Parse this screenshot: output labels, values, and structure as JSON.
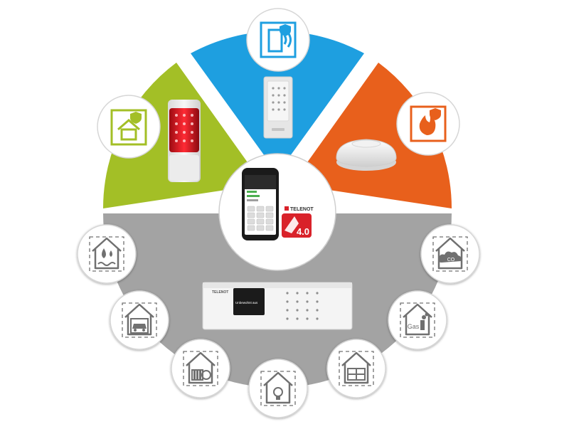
{
  "colors": {
    "security": "#a3bf26",
    "access": "#1e9fe0",
    "fire": "#e8601c",
    "building": "#a3a3a3",
    "icon_gray": "#707070",
    "logo_red": "#d9222a"
  },
  "top_icons": [
    {
      "name": "house-shield-icon"
    },
    {
      "name": "door-wireless-icon"
    },
    {
      "name": "fire-shield-icon"
    }
  ],
  "bottom_icons": [
    {
      "name": "water-leak-house-icon"
    },
    {
      "name": "garage-car-icon"
    },
    {
      "name": "heating-radiator-icon"
    },
    {
      "name": "light-bulb-house-icon"
    },
    {
      "name": "window-house-icon"
    },
    {
      "name": "gas-house-icon",
      "label": "Gas"
    },
    {
      "name": "co-cloud-house-icon",
      "label": "CO"
    }
  ],
  "app_badge": {
    "brand": "TELENOT",
    "version": "4.0"
  },
  "control_panel": {
    "brand": "TELENOT",
    "display_text": "Unbewohnt  aus"
  }
}
